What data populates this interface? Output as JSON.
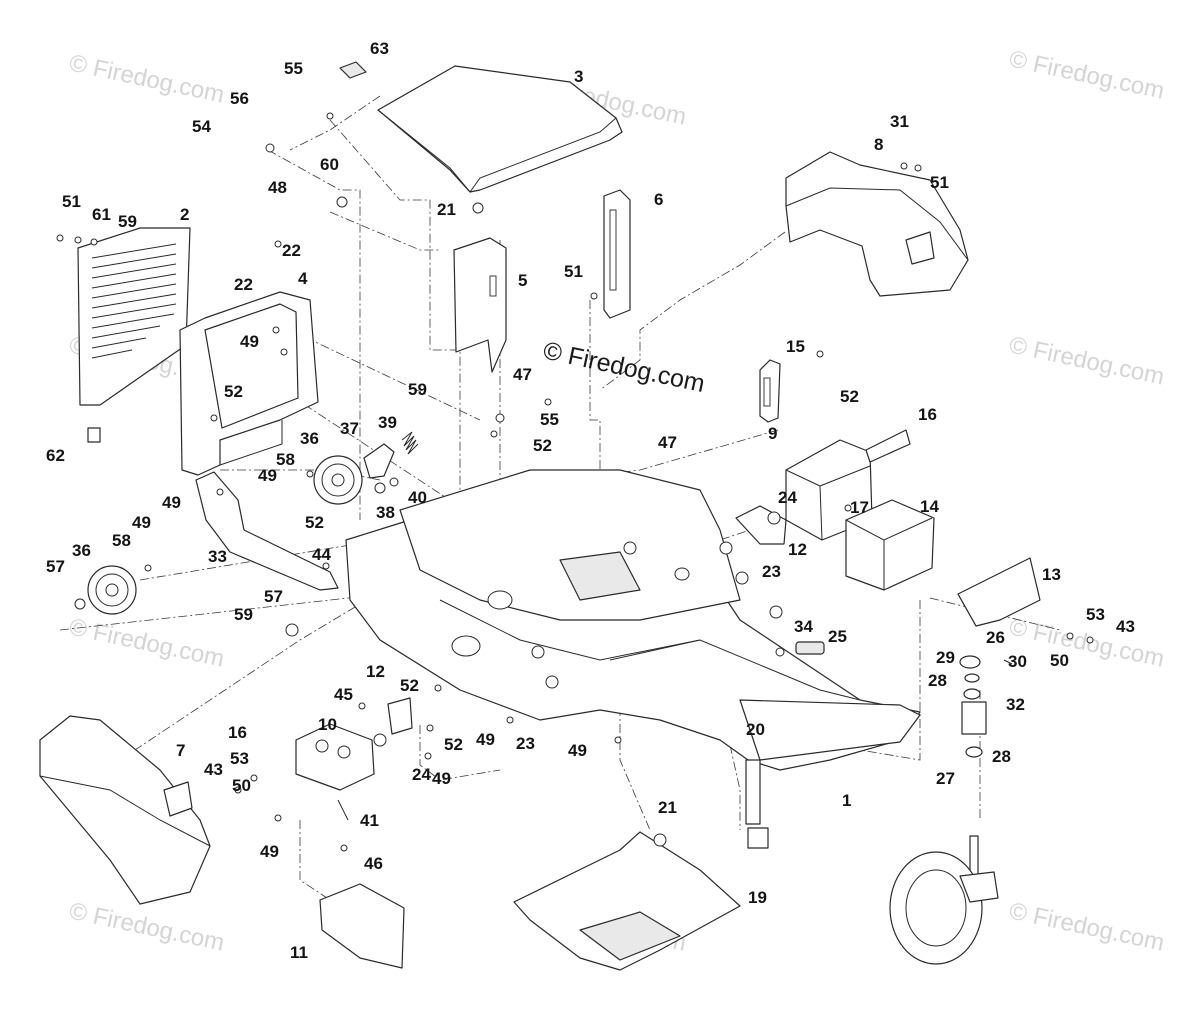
{
  "watermark": {
    "text": "© Firedog.com",
    "center_text": "© Firedog.com"
  },
  "parts": {
    "p1": "1",
    "p2": "2",
    "p3": "3",
    "p4": "4",
    "p5": "5",
    "p6": "6",
    "p7": "7",
    "p8": "8",
    "p9": "9",
    "p10": "10",
    "p11": "11",
    "p12a": "12",
    "p12b": "12",
    "p13": "13",
    "p14": "14",
    "p15": "15",
    "p16a": "16",
    "p16b": "16",
    "p17": "17",
    "p19": "19",
    "p20": "20",
    "p21a": "21",
    "p21b": "21",
    "p22a": "22",
    "p22b": "22",
    "p23a": "23",
    "p23b": "23",
    "p24a": "24",
    "p24b": "24",
    "p25": "25",
    "p26": "26",
    "p27": "27",
    "p28a": "28",
    "p28b": "28",
    "p29": "29",
    "p30": "30",
    "p31": "31",
    "p32": "32",
    "p33": "33",
    "p34": "34",
    "p36a": "36",
    "p36b": "36",
    "p37": "37",
    "p38": "38",
    "p39": "39",
    "p40": "40",
    "p41": "41",
    "p43a": "43",
    "p43b": "43",
    "p44": "44",
    "p45": "45",
    "p46": "46",
    "p47a": "47",
    "p47b": "47",
    "p48": "48",
    "p49a": "49",
    "p49b": "49",
    "p49c": "49",
    "p49d": "49",
    "p49e": "49",
    "p49f": "49",
    "p49g": "49",
    "p49h": "49",
    "p50a": "50",
    "p50b": "50",
    "p51a": "51",
    "p51b": "51",
    "p51c": "51",
    "p52a": "52",
    "p52b": "52",
    "p52c": "52",
    "p52d": "52",
    "p52e": "52",
    "p52f": "52",
    "p53a": "53",
    "p53b": "53",
    "p54": "54",
    "p55a": "55",
    "p55b": "55",
    "p56": "56",
    "p57a": "57",
    "p57b": "57",
    "p58a": "58",
    "p58b": "58",
    "p59a": "59",
    "p59b": "59",
    "p59c": "59",
    "p60": "60",
    "p61": "61",
    "p62": "62",
    "p63": "63"
  }
}
